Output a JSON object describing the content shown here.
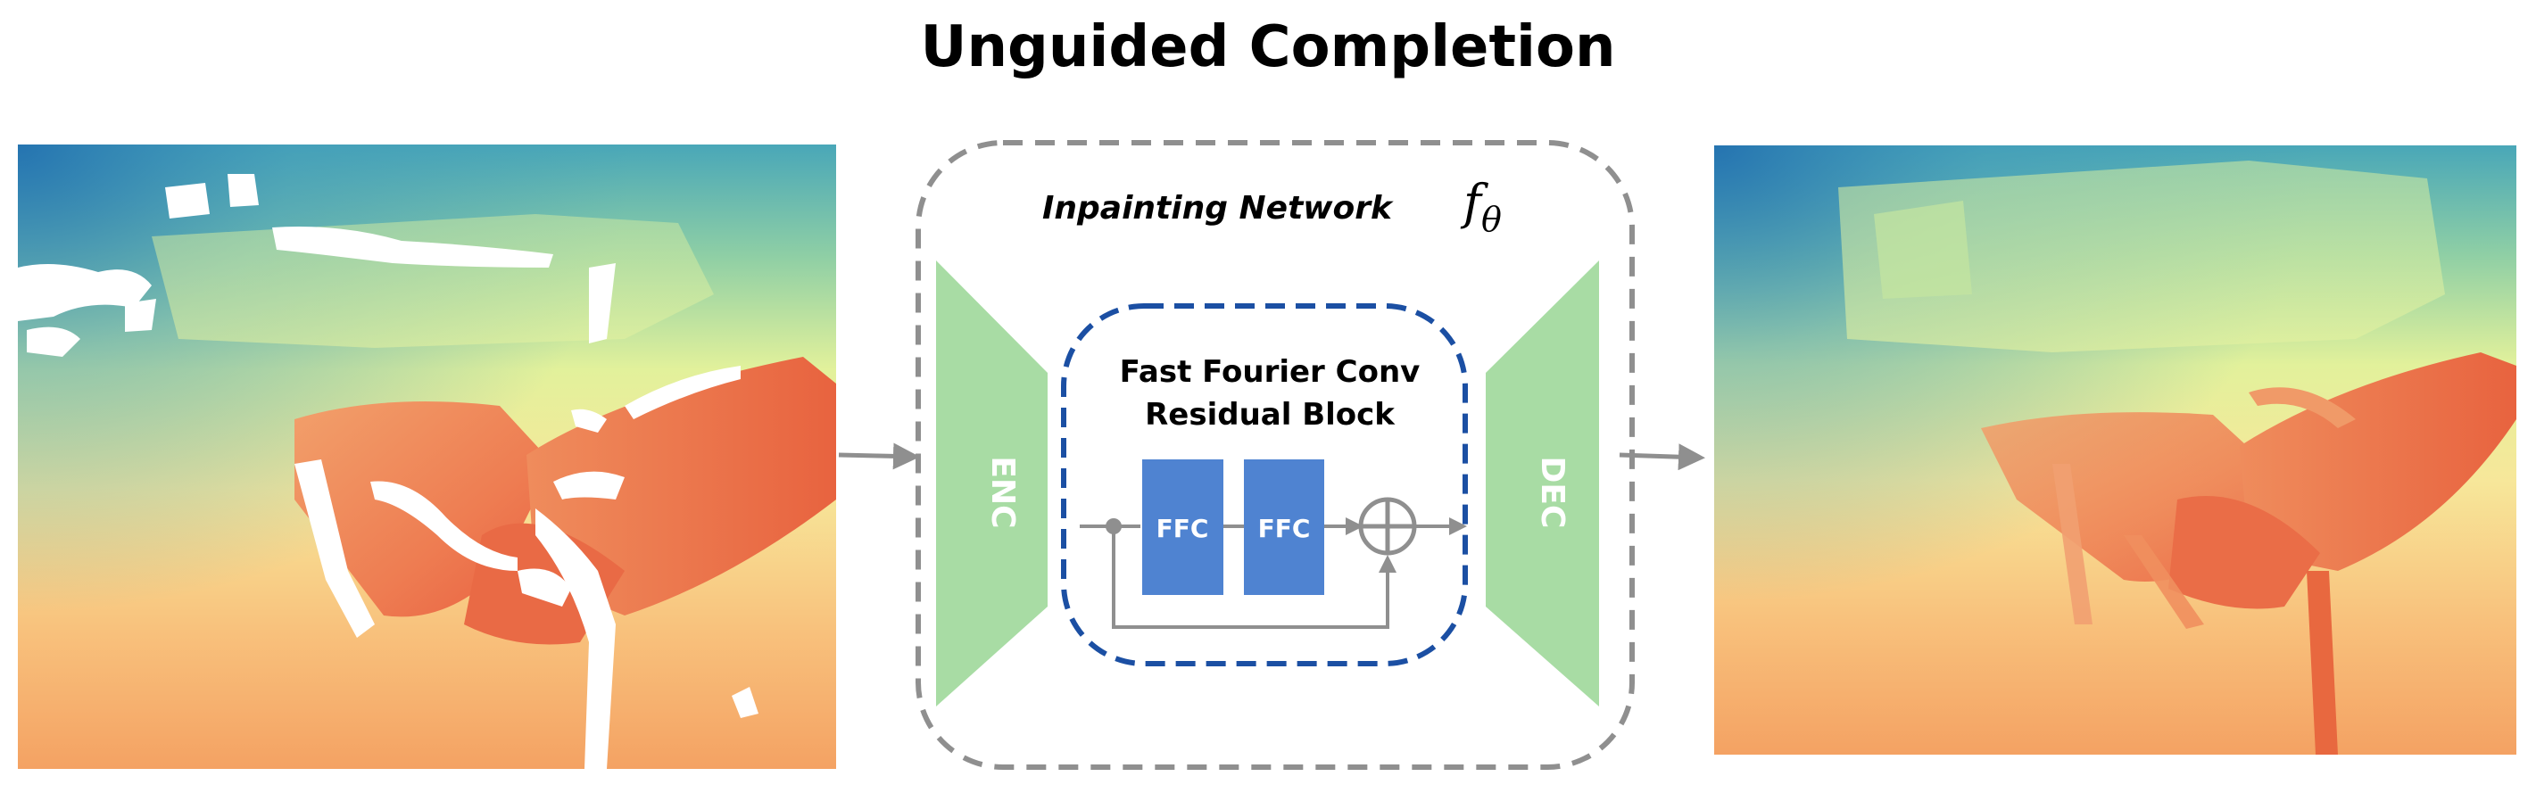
{
  "title": "Unguided Completion",
  "network": {
    "label": "Inpainting Network",
    "symbol": "f",
    "symbol_subscript": "θ"
  },
  "encoder": {
    "label": "ENC"
  },
  "decoder": {
    "label": "DEC"
  },
  "residual_block": {
    "label_line1": "Fast Fourier Conv",
    "label_line2": "Residual Block",
    "ffc_1": "FFC",
    "ffc_2": "FFC"
  },
  "colors": {
    "enc_dec_fill": "#a8dca4",
    "ffc_fill": "#4f83d1",
    "residual_border": "#1b4fa3",
    "network_border": "#8f8f8f",
    "arrow": "#8f8f8f",
    "depth_near": "#ec6a47",
    "depth_far": "#2d7fb8",
    "depth_mid": "#e5f29a"
  }
}
